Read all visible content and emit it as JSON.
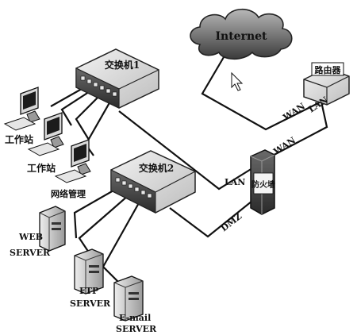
{
  "internet": {
    "label": "Internet"
  },
  "router": {
    "label": "路由器"
  },
  "firewall": {
    "label": "防火墙"
  },
  "switch1": {
    "label": "交换机1"
  },
  "switch2": {
    "label": "交换机2"
  },
  "links": {
    "wan1": "WAN",
    "lan1": "LAN",
    "wan2": "WAN",
    "lan2": "LAN",
    "dmz": "DMZ"
  },
  "workstations": [
    {
      "label": "工作站"
    },
    {
      "label": "工作站"
    }
  ],
  "netmgmt": {
    "label": "网络管理"
  },
  "servers": {
    "web": {
      "line1": "WEB",
      "line2": "SERVER"
    },
    "ftp": {
      "line1": "FTP",
      "line2": "SERVER"
    },
    "email": {
      "line1": "E-mail",
      "line2": "SERVER"
    }
  }
}
